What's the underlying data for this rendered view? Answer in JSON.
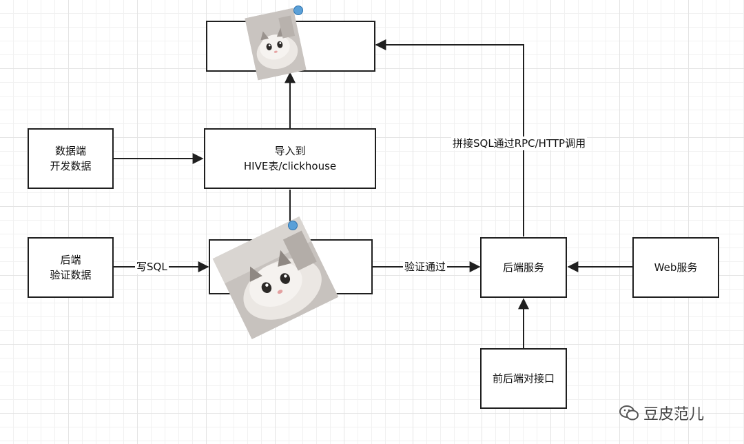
{
  "nodes": {
    "data_dev": [
      "数据端",
      "开发数据"
    ],
    "import": [
      "导入到",
      "HIVE表/clickhouse"
    ],
    "backend_verify": [
      "后端",
      "验证数据"
    ],
    "backend_service": "后端服务",
    "web_service": "Web服务",
    "frontend_backend": "前后端对接口"
  },
  "edges": {
    "write_sql": "写SQL",
    "verify_pass": "验证通过",
    "rpc_call": "拼接SQL通过RPC/HTTP调用"
  },
  "watermark": {
    "icon": "wechat-icon",
    "text": "豆皮范儿"
  },
  "decor": {
    "images": [
      "cat-photo-sticker",
      "cat-photo-sticker"
    ]
  },
  "colors": {
    "stroke": "#1f1f1f",
    "grid": "#e4e4e4"
  }
}
